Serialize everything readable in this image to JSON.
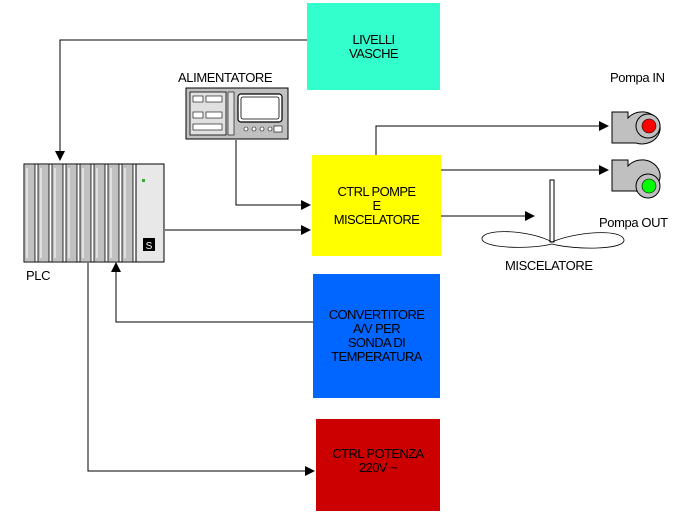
{
  "blocks": {
    "livelli": {
      "line1": "LIVELLI",
      "line2": "VASCHE",
      "color": "#33ffcc"
    },
    "ctrl_pompe": {
      "line1": "CTRL POMPE",
      "line2": "E",
      "line3": "MISCELATORE",
      "color": "#ffff00"
    },
    "convertitore": {
      "line1": "CONVERTITORE",
      "line2": "A/V PER",
      "line3": "SONDA DI",
      "line4": "TEMPERATURA",
      "color": "#0066ff"
    },
    "ctrl_potenza": {
      "line1": "CTRL POTENZA",
      "line2": "220V ~",
      "color": "#cc0000"
    }
  },
  "labels": {
    "alimentatore": "ALIMENTATORE",
    "plc": "PLC",
    "pompa_in": "Pompa IN",
    "pompa_out": "Pompa OUT",
    "miscelatore": "MISCELATORE"
  },
  "icons": {
    "plc_badge": "S",
    "pump_in_indicator": "#ff0000",
    "pump_out_indicator": "#00ff00",
    "device_gray": "#c0c0c0"
  }
}
